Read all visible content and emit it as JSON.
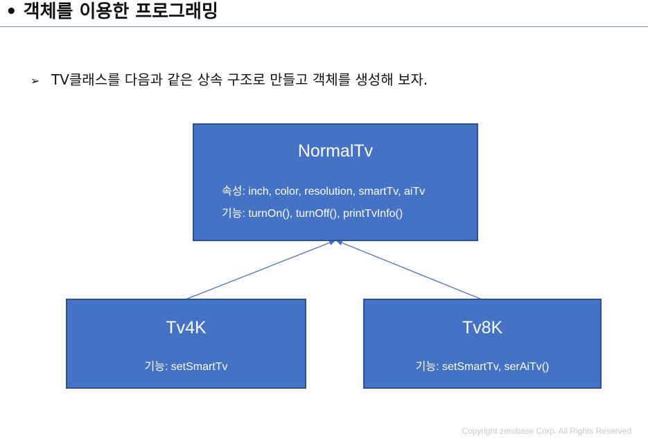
{
  "slide": {
    "title": "• 객체를 이용한 프로그래밍",
    "bullet_marker": "➢",
    "bullet_text": "TV클래스를 다음과 같은 상속 구조로 만들고 객체를 생성해 보자."
  },
  "diagram": {
    "box_color": "#4472c4",
    "line_color": "#4472c4",
    "parent": {
      "name": "NormalTv",
      "attributes": "속성: inch, color, resolution, smartTv, aiTv",
      "methods": "기능: turnOn(), turnOff(), printTvInfo()"
    },
    "children": [
      {
        "name": "Tv4K",
        "methods": "기능: setSmartTv"
      },
      {
        "name": "Tv8K",
        "methods": "기능: setSmartTv, serAiTv()"
      }
    ]
  },
  "footer": {
    "copyright": "Copyright zerobase Corp. All Rights Reserved"
  }
}
